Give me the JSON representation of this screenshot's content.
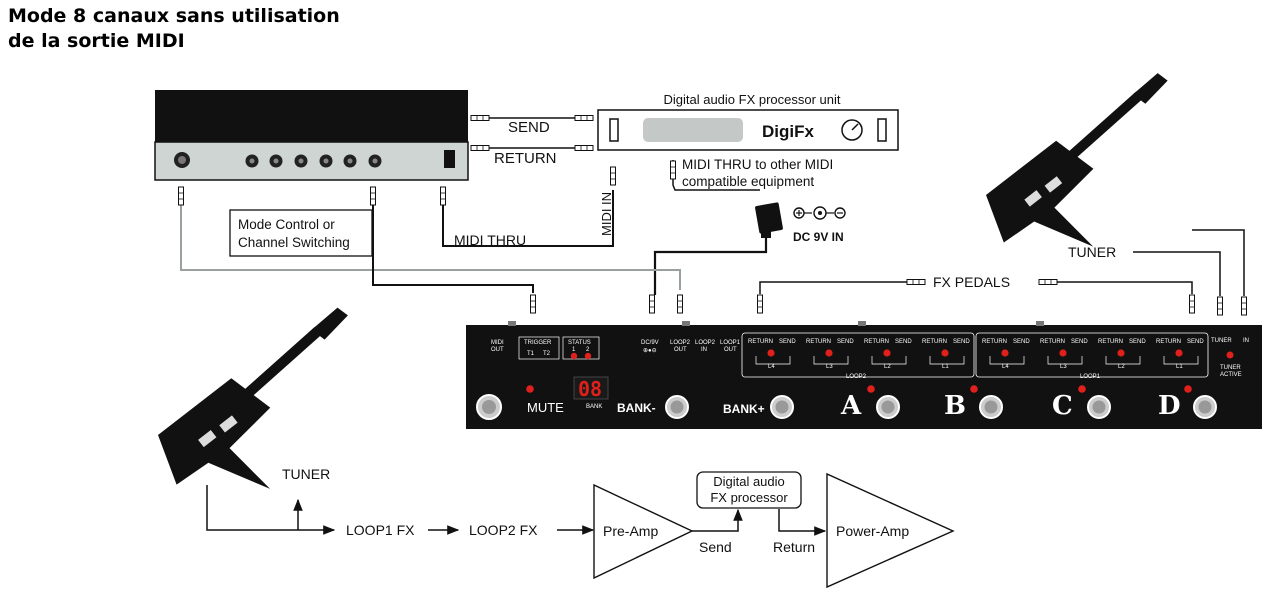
{
  "title": {
    "line1": "Mode 8 canaux sans utilisation",
    "line2": "de la sortie MIDI"
  },
  "connections": {
    "send": "SEND",
    "return": "RETURN",
    "midi_thru": "MIDI THRU",
    "midi_in": "MIDI IN",
    "midi_thru_note_line1": "MIDI THRU to other MIDI",
    "midi_thru_note_line2": "compatible equipment",
    "power": "DC 9V IN",
    "tuner": "TUNER",
    "fx_pedals": "FX PEDALS"
  },
  "mode_box": {
    "line1": "Mode Control or",
    "line2": "Channel Switching"
  },
  "fx_unit": {
    "caption": "Digital audio FX processor unit",
    "brand": "DigiFx"
  },
  "switcher": {
    "midi_out_line1": "MIDI",
    "midi_out_line2": "OUT",
    "trigger": "TRIGGER",
    "t1": "T1",
    "t2": "T2",
    "status": "STATUS",
    "s1": "1",
    "s2": "2",
    "dc": "DC/9V",
    "loop2_out_l1": "LOOP2",
    "loop2_out_l2": "OUT",
    "loop2_in_l1": "LOOP2",
    "loop2_in_l2": "IN",
    "loop1_out_l1": "LOOP1",
    "loop1_out_l2": "OUT",
    "jack_return": "RETURN",
    "jack_send": "SEND",
    "loop2_group": [
      "L4",
      "L3",
      "L2",
      "L1"
    ],
    "loop1_group": [
      "L4",
      "L3",
      "L2",
      "L1"
    ],
    "loop2_label": "LOOP2",
    "loop1_label": "LOOP1",
    "tuner": "TUNER",
    "in": "IN",
    "tuner_active_l1": "TUNER",
    "tuner_active_l2": "ACTIVE",
    "mute": "MUTE",
    "display": "08",
    "bank": "BANK",
    "bank_minus": "BANK-",
    "bank_plus": "BANK+",
    "channels": [
      "A",
      "B",
      "C",
      "D"
    ]
  },
  "signal_chain": {
    "tuner": "TUNER",
    "loop1": "LOOP1 FX",
    "loop2": "LOOP2 FX",
    "preamp": "Pre-Amp",
    "processor_line1": "Digital audio",
    "processor_line2": "FX processor",
    "send": "Send",
    "return": "Return",
    "poweramp": "Power-Amp"
  }
}
